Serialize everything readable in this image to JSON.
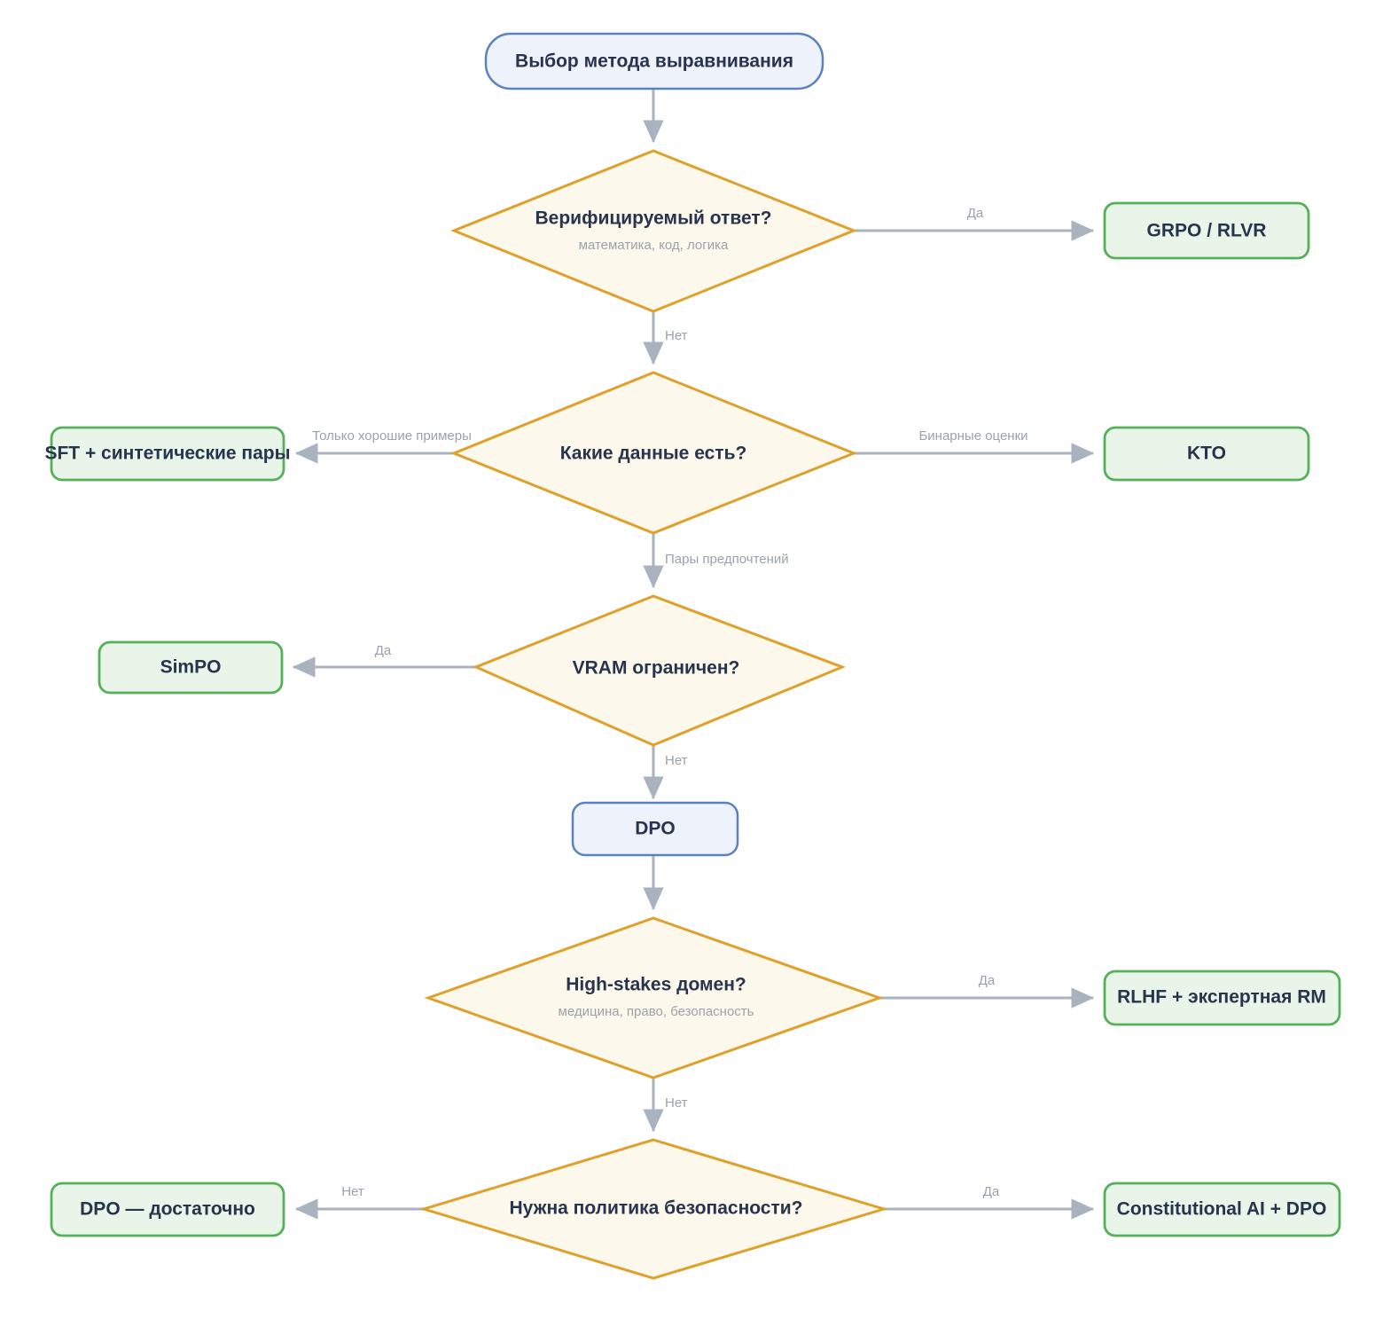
{
  "diagram": {
    "title": "Выбор метода выравнивания",
    "type": "flowchart",
    "orientation": "top-down",
    "colors": {
      "start_fill": "#eef2fb",
      "start_border": "#5b81bf",
      "decision_fill": "#fdf8ec",
      "decision_border": "#dfa12b",
      "result_fill": "#eaf5ea",
      "result_border": "#54b159",
      "edge": "#a9b3c0",
      "label_text": "#27344d",
      "muted_text": "#9aa2ad",
      "background": "#ffffff"
    }
  },
  "nodes": {
    "start": {
      "label": "Выбор метода выравнивания"
    },
    "d1": {
      "label": "Верифицируемый ответ?",
      "sublabel": "математика, код, логика"
    },
    "r1": {
      "label": "GRPO / RLVR"
    },
    "d2": {
      "label": "Какие данные есть?"
    },
    "r2": {
      "label": "SFT + синтетические пары"
    },
    "r3": {
      "label": "KTO"
    },
    "d3": {
      "label": "VRAM ограничен?"
    },
    "r4": {
      "label": "SimPO"
    },
    "dpo": {
      "label": "DPO"
    },
    "d4": {
      "label": "High-stakes домен?",
      "sublabel": "медицина, право, безопасность"
    },
    "r5": {
      "label": "RLHF + экспертная RM"
    },
    "d5": {
      "label": "Нужна политика безопасности?"
    },
    "r6": {
      "label": "DPO — достаточно"
    },
    "r7": {
      "label": "Constitutional AI + DPO"
    }
  },
  "edges": {
    "e_start_d1": {
      "label": ""
    },
    "e_d1_r1": {
      "label": "Да"
    },
    "e_d1_d2": {
      "label": "Нет"
    },
    "e_d2_r2": {
      "label": "Только хорошие примеры"
    },
    "e_d2_r3": {
      "label": "Бинарные оценки"
    },
    "e_d2_d3": {
      "label": "Пары предпочтений"
    },
    "e_d3_r4": {
      "label": "Да"
    },
    "e_d3_dpo": {
      "label": "Нет"
    },
    "e_dpo_d4": {
      "label": ""
    },
    "e_d4_r5": {
      "label": "Да"
    },
    "e_d4_d5": {
      "label": "Нет"
    },
    "e_d5_r6": {
      "label": "Нет"
    },
    "e_d5_r7": {
      "label": "Да"
    }
  }
}
